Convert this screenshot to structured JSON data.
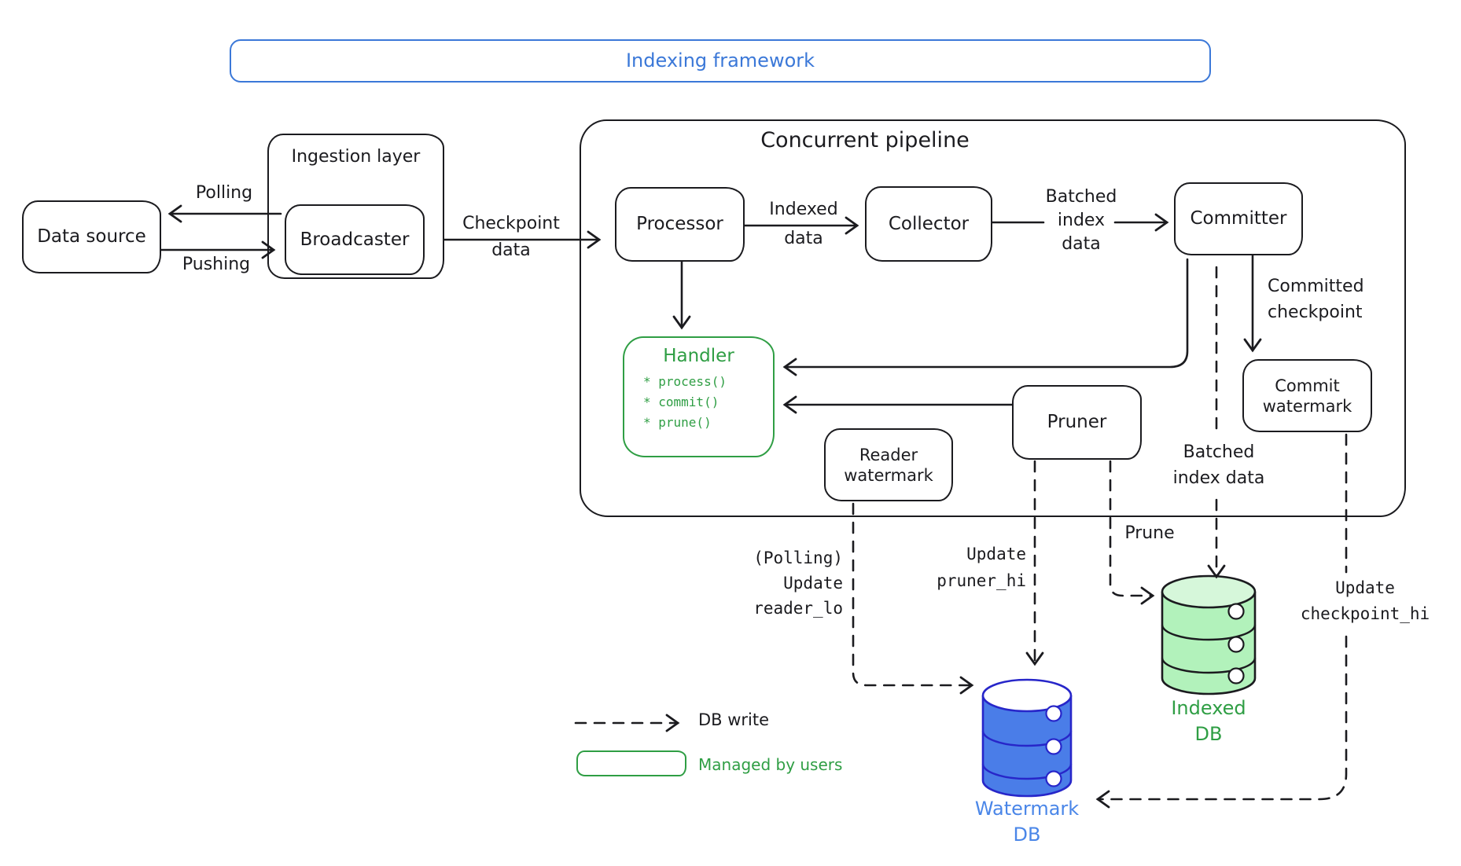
{
  "banner": {
    "label": "Indexing framework"
  },
  "nodes": {
    "data_source": {
      "label": "Data source"
    },
    "ingestion_layer": {
      "label": "Ingestion layer"
    },
    "broadcaster": {
      "label": "Broadcaster"
    },
    "pipeline": {
      "label": "Concurrent pipeline"
    },
    "processor": {
      "label": "Processor"
    },
    "collector": {
      "label": "Collector"
    },
    "committer": {
      "label": "Committer"
    },
    "handler": {
      "title": "Handler",
      "methods": [
        "* process()",
        "* commit()",
        "* prune()"
      ]
    },
    "reader_watermark": {
      "line1": "Reader",
      "line2": "watermark"
    },
    "pruner": {
      "label": "Pruner"
    },
    "commit_watermark": {
      "line1": "Commit",
      "line2": "watermark"
    }
  },
  "edges": {
    "polling": "Polling",
    "pushing": "Pushing",
    "checkpoint_data": {
      "line1": "Checkpoint",
      "line2": "data"
    },
    "indexed_data": {
      "line1": "Indexed",
      "line2": "data"
    },
    "batched_index_data": {
      "line1": "Batched",
      "line2": "index",
      "line3": "data"
    },
    "committed_checkpoint": {
      "line1": "Committed",
      "line2": "checkpoint"
    },
    "update_reader_lo": {
      "line1": "(Polling)",
      "line2": "Update",
      "line3": "reader_lo"
    },
    "update_pruner_hi": {
      "line1": "Update",
      "line2": "pruner_hi"
    },
    "prune": "Prune",
    "batched_index_data_db": {
      "line1": "Batched",
      "line2": "index data"
    },
    "update_checkpoint_hi": {
      "line1": "Update",
      "line2": "checkpoint_hi"
    }
  },
  "databases": {
    "watermark_db": {
      "line1": "Watermark",
      "line2": "DB"
    },
    "indexed_db": {
      "line1": "Indexed",
      "line2": "DB"
    }
  },
  "legend": {
    "db_write": "DB write",
    "managed_by_users": "Managed by users"
  },
  "colors": {
    "ink": "#1b1b1f",
    "blue_accent": "#3b78d8",
    "green_accent": "#2f9e44",
    "watermark_db_fill": "#4a7de8",
    "watermark_db_stroke": "#2726c9",
    "watermark_db_label": "#4a86e8",
    "indexed_db_fill": "#b2f2bb",
    "indexed_db_top_fill": "#d6f7da"
  }
}
